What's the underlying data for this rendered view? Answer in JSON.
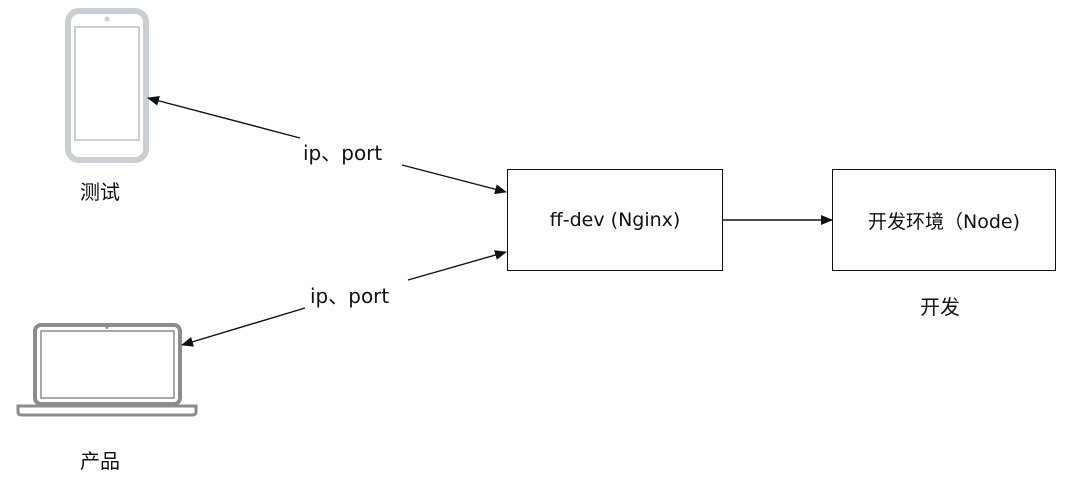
{
  "nodes": {
    "phone": {
      "label": "测试"
    },
    "laptop": {
      "label": "产品"
    },
    "nginx": {
      "label": "ff-dev (Nginx)"
    },
    "node": {
      "label": "开发环境（Node)"
    },
    "node_caption": {
      "label": "开发"
    }
  },
  "edges": {
    "phone_nginx": {
      "label": "ip、port"
    },
    "laptop_nginx": {
      "label": "ip、port"
    }
  },
  "colors": {
    "line": "#111111",
    "device_outline": "#c9cfd2",
    "laptop_outline": "#8c8c8c"
  }
}
